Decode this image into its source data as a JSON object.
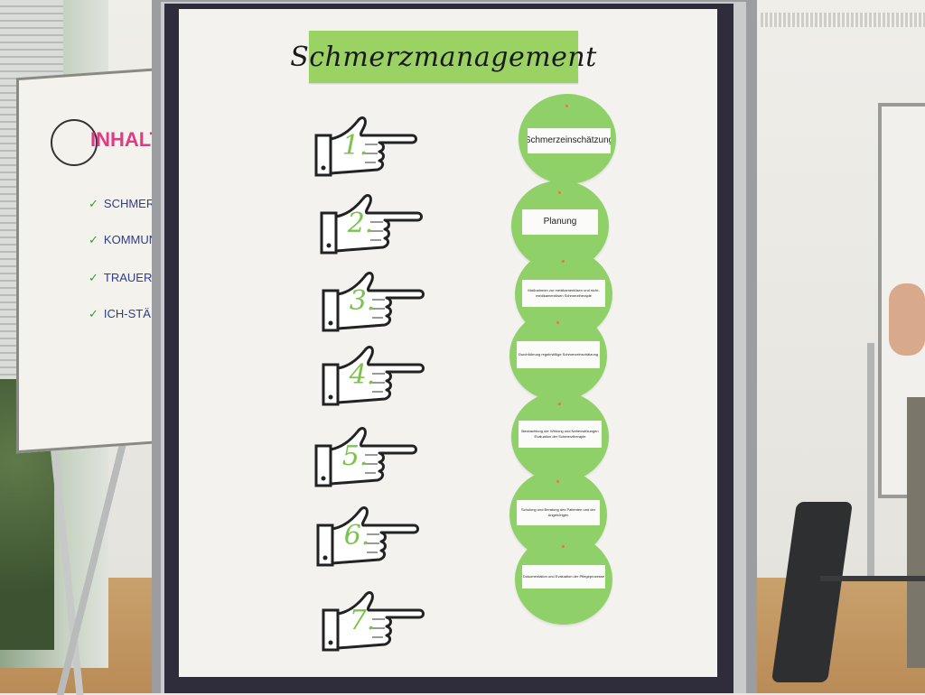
{
  "flipchart": {
    "title": "INHALT",
    "items": [
      "SCHMERZMANA",
      "KOMMUNIKAT",
      "TRAUERBE",
      "ICH-STÄ"
    ]
  },
  "board": {
    "title": "Schmerzmanagement",
    "steps": [
      {
        "number": "1.",
        "label": "Schmerzeinschätzung"
      },
      {
        "number": "2.",
        "label": "Planung"
      },
      {
        "number": "3.",
        "label": "Maßnahmen zur medikamentösen und nicht-medikamentösen Schmerztherapie"
      },
      {
        "number": "4.",
        "label": "Durchführung regelmäßige Schmerzeinschätzung"
      },
      {
        "number": "5.",
        "label": "Beobachtung der Wirkung und Nebenwirkungen Evaluation der Schmerztherapie"
      },
      {
        "number": "6.",
        "label": "Schulung und Beratung des Patienten und der Angehörigen"
      },
      {
        "number": "7.",
        "label": "Dokumentation und Evaluation der Pflegeprozesse"
      }
    ]
  },
  "colors": {
    "banner": "#9bd264",
    "disc": "#8fd168",
    "number": "#7bc34d",
    "flip_title": "#e23a86",
    "flip_text": "#2c3d8a"
  }
}
